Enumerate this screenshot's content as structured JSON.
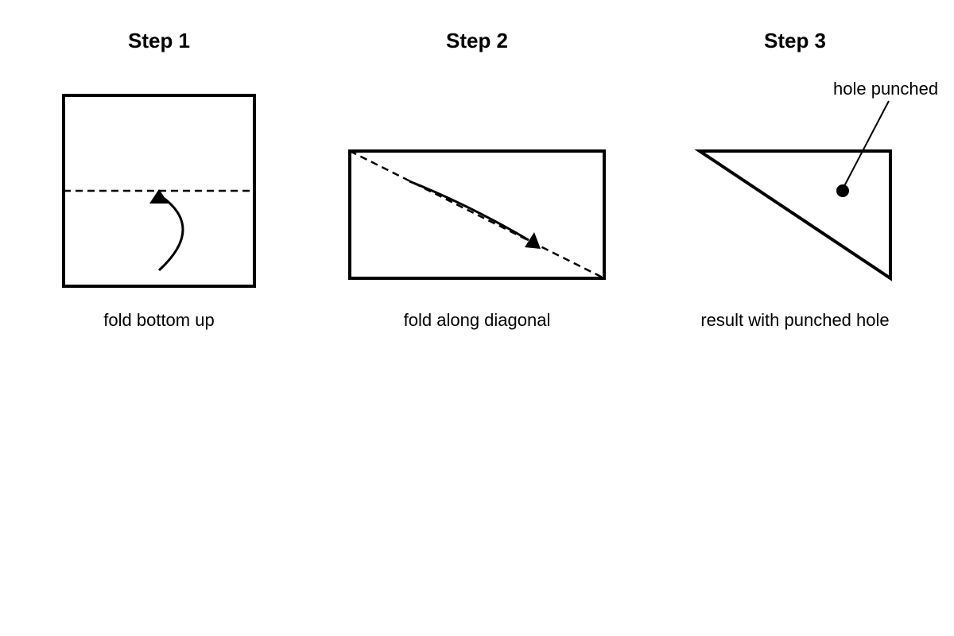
{
  "colors": {
    "stroke": "#000000",
    "background": "#ffffff"
  },
  "steps": [
    {
      "title": "Step 1",
      "caption": "fold bottom up",
      "shape": "square",
      "fold_line": "horizontal-dashed",
      "arrow": "curved-upward-icon"
    },
    {
      "title": "Step 2",
      "caption": "fold along diagonal",
      "shape": "rectangle",
      "fold_line": "diagonal-dashed",
      "arrow": "curved-diagonal-icon"
    },
    {
      "title": "Step 3",
      "caption": "result with punched hole",
      "shape": "triangle",
      "callout": "hole punched",
      "marker": "hole-dot-icon"
    }
  ]
}
